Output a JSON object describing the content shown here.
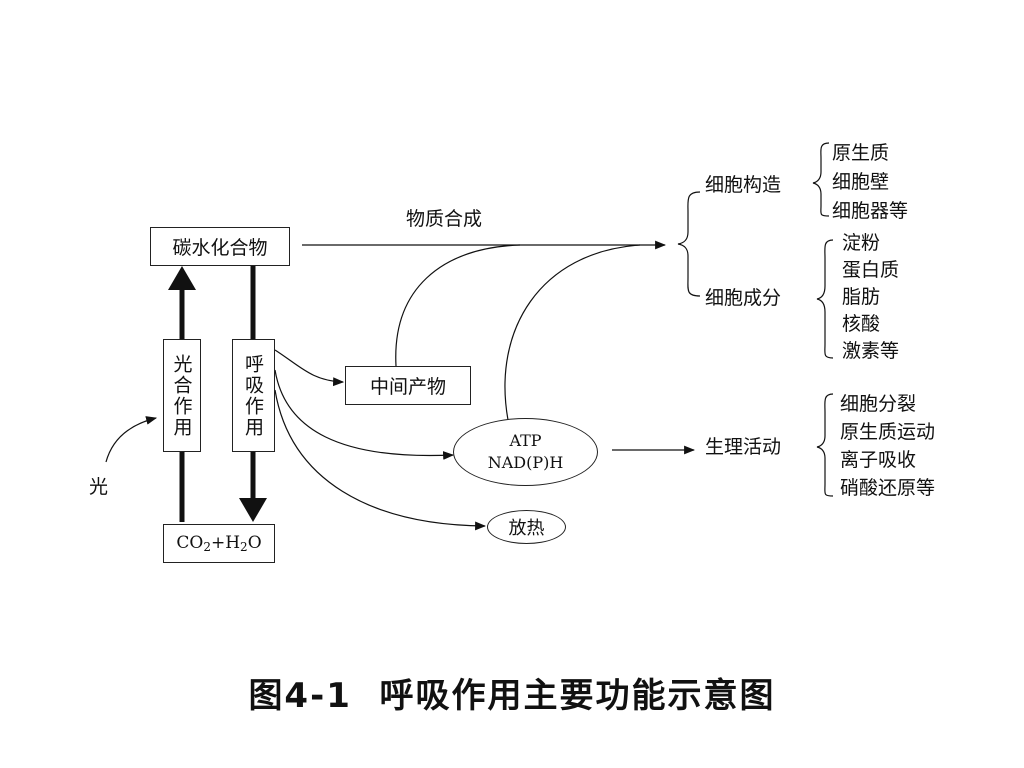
{
  "nodes": {
    "carbohydrate": "碳水化合物",
    "photosynthesis": "光合作用",
    "respiration": "呼吸作用",
    "co2_h2o": {
      "co": "CO",
      "sub2": "2",
      "plus_h": "+H",
      "sub2b": "2",
      "o": "O"
    },
    "intermediate": "中间产物",
    "atp": "ATP",
    "nadph": "NAD(P)H",
    "heat": "放热",
    "light": "光"
  },
  "labels": {
    "synthesis": "物质合成",
    "cell_structure": "细胞构造",
    "cell_components": "细胞成分",
    "physiological": "生理活动"
  },
  "lists": {
    "cell_structure_items": [
      "原生质",
      "细胞壁",
      "细胞器等"
    ],
    "cell_components_items": [
      "淀粉",
      "蛋白质",
      "脂肪",
      "核酸",
      "激素等"
    ],
    "physiological_items": [
      "细胞分裂",
      "原生质运动",
      "离子吸收",
      "硝酸还原等"
    ]
  },
  "caption": "图4-1  呼吸作用主要功能示意图"
}
